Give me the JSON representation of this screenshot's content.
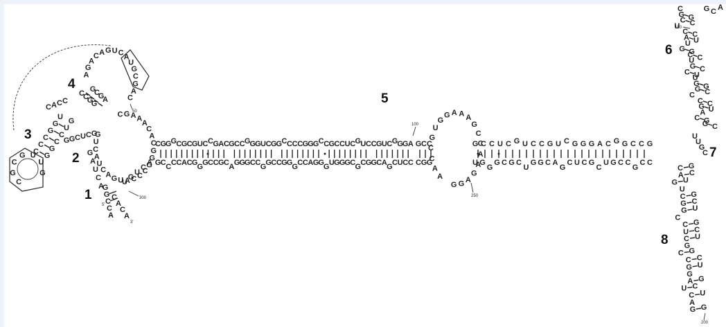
{
  "domain_labels": {
    "d1": "1",
    "d2": "2",
    "d3": "3",
    "d4": "4",
    "d5": "5",
    "d6": "6",
    "d7": "7",
    "d8": "8"
  },
  "positions": {
    "p100": "100",
    "p250": "250",
    "p300": "300",
    "p50": "50",
    "p150": "150",
    "p200": "200",
    "p5": "5'",
    "p3": "3'"
  },
  "stem": {
    "top": [
      "CGGG",
      "CGC",
      "GUCCGA",
      "CG",
      "CCG",
      "GGUCGG",
      "C",
      "CCCGG",
      "GCC",
      "GCCUCG",
      "UC",
      "CGUCG",
      "GG",
      "ACGGC",
      "CG"
    ],
    "bottom": [
      "GCCC",
      "CA",
      "CGGGCC",
      "G",
      "CA",
      "GG",
      "GCCGGC",
      "C",
      "GGGCC",
      "A",
      "GGG",
      "UGGGC",
      "GC",
      "GGCAGC",
      "UC",
      "CUGCC",
      "GCC"
    ],
    "hairpin": [
      "C",
      "G",
      "U",
      "G",
      "G"
    ],
    "loop_bottom": [
      "A",
      "G",
      "A",
      "G"
    ]
  },
  "left": {
    "loop4": [
      "A",
      "G",
      "A",
      "C",
      "A",
      "G",
      "U",
      "C",
      "A"
    ],
    "strand_a": [
      "G",
      "U",
      "G",
      "C",
      "C",
      "G"
    ],
    "strand_b": [
      "C",
      "A",
      "C",
      "C",
      "C",
      "G",
      "U"
    ],
    "strand_c": [
      "G",
      "C",
      "C",
      "C",
      "U",
      "G",
      "G",
      "U"
    ],
    "domain1": [
      "G",
      "A",
      "U",
      "C",
      "A",
      "U",
      "G",
      "U",
      "C",
      "A"
    ],
    "big_loop": [
      "C",
      "G",
      "A",
      "A",
      "A",
      "C",
      "A",
      "C"
    ]
  },
  "right": {
    "domain6": [
      "G",
      "C",
      "A",
      "G",
      "C",
      "C",
      "G",
      "G",
      "U",
      "C",
      "G",
      "U",
      "C",
      "G",
      "U",
      "A",
      "C",
      "U",
      "C",
      "G",
      "C"
    ],
    "domain7": [
      "U",
      "U",
      "G",
      "C"
    ],
    "domain8": [
      "C",
      "A",
      "G",
      "U",
      "C",
      "G",
      "G",
      "C",
      "C",
      "U",
      "C",
      "G",
      "C",
      "C",
      "G",
      "G",
      "A",
      "U",
      "C",
      "A",
      "G"
    ]
  }
}
